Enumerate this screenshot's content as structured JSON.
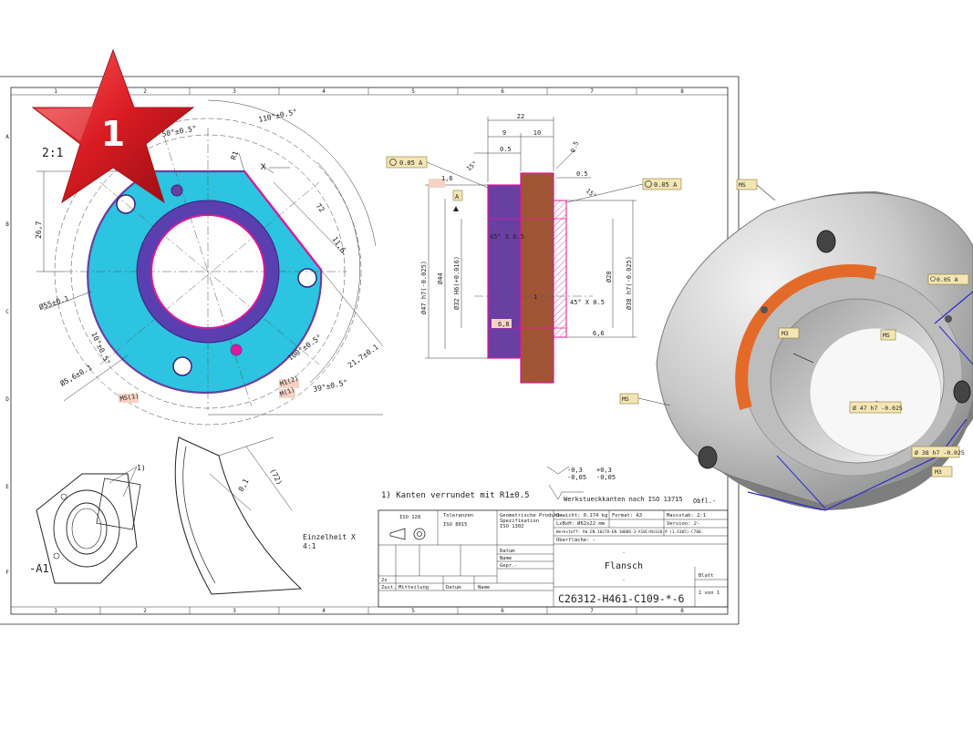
{
  "colors": {
    "cyan_fill": "#2cc4e0",
    "purple_fill": "#6a3fa2",
    "magenta": "#e0189a",
    "orange": "#e46a2a",
    "brown": "#9a5a2c",
    "star": "#e3202c",
    "tag_fill": "#f3e6b3",
    "pink_tag": "#f6d2c4"
  },
  "badge": {
    "label": "1"
  },
  "grid": {
    "top": [
      "1",
      "2",
      "3",
      "4",
      "5",
      "6",
      "7",
      "8"
    ],
    "bottom": [
      "1",
      "2",
      "3",
      "4",
      "5",
      "6",
      "7",
      "8"
    ],
    "left": [
      "A",
      "B",
      "C",
      "D",
      "E",
      "F"
    ]
  },
  "front_view": {
    "scale": "2:1",
    "dims": {
      "ang_110": "110°±0.5°",
      "ang_50": "50°±0.5°",
      "r1": "R1",
      "x_mark": "X",
      "d26": "26,7",
      "d72": "72",
      "d116": "11,6",
      "d55": "Ø55±0.1",
      "ang_10": "10°±0.5°",
      "d56": "Ø5,6±0.1",
      "ang_100": "100°±0.5°",
      "d217": "21,7±0.1",
      "ang_39": "39°±0.5°",
      "ms": "MS(1)",
      "m1": "M1(2)",
      "m2": "M(1)"
    }
  },
  "section_view": {
    "gdt_left": "0.05 A",
    "gdt_right": "0.05 A",
    "datum": "A",
    "rough_left": "1,6",
    "rough_bottom": "6,8",
    "rough_right": "6,6",
    "d22": "22",
    "d9": "9",
    "d10": "10",
    "d05a": "0.5",
    "d05b": "0.5",
    "d05c": "0.5",
    "ang15a": "15°",
    "ang15b": "15°",
    "d47": "Ø47 h7(-0.025)",
    "d44": "Ø44",
    "d32": "Ø32 H6(+0.016)",
    "d28": "Ø28",
    "d38": "Ø38 h7(-0.025)",
    "chamfer1": "45° X 0.5",
    "chamfer2": "45° X 0.5",
    "d1": "1"
  },
  "detail": {
    "label1": "Einzelheit X",
    "label2": "4:1",
    "d01": "0,1",
    "d72": "(72)",
    "d1": "1)"
  },
  "iso_view": {
    "label": "-A1",
    "callout": "1)"
  },
  "notes": {
    "edges": "1) Kanten verrundet mit R1±0.5",
    "edges_iso": "Werkstueckkanten nach ISO 13715",
    "edge_a1": "-0,3",
    "edge_a2": "-0,05",
    "edge_b1": "+0,3",
    "edge_b2": "-0,05",
    "surface": "Obfl.-"
  },
  "title_block": {
    "iso": "ISO 128",
    "tol_title": "Toleranzen",
    "tol_val": "ISO 8015",
    "geo_title": "Geometrische Produkt-",
    "geo_sub": "Spezifikation",
    "geo_val": "ISO 1302",
    "weight": "Gewicht: 0.174 kg",
    "format": "Format: A3",
    "scale": "Massstab: 2:1",
    "size": "LxBxH: Ø62x22 mm",
    "version": "Version: 2-",
    "material": "Werkstoff: Rd EN 10278-EN 10088-3-X10CrNiS18-9 (1.4305)-C700",
    "surface": "Oberfläche: -",
    "datum": "Datum",
    "name": "Name",
    "gepr": "Gepr.-",
    "dash1": "-",
    "dash2": "-",
    "title": "Flansch",
    "blatt": "Blatt",
    "part": "C26312-H461-C109-*-6",
    "of": "1 von 1",
    "zust": "Zust.",
    "mitteilung": "Mitteilung",
    "datum2": "Datum",
    "name2": "Name",
    "rev": "2s"
  },
  "model_tags": {
    "ms_top": "MS",
    "gdt": "0.05 A",
    "m3_left": "M3",
    "ms_right": "MS",
    "ms_bottom": "MS",
    "d47": "Ø 47 h7 -0.025",
    "d38": "Ø 38 h7 -0.025",
    "m3_right": "M3"
  }
}
